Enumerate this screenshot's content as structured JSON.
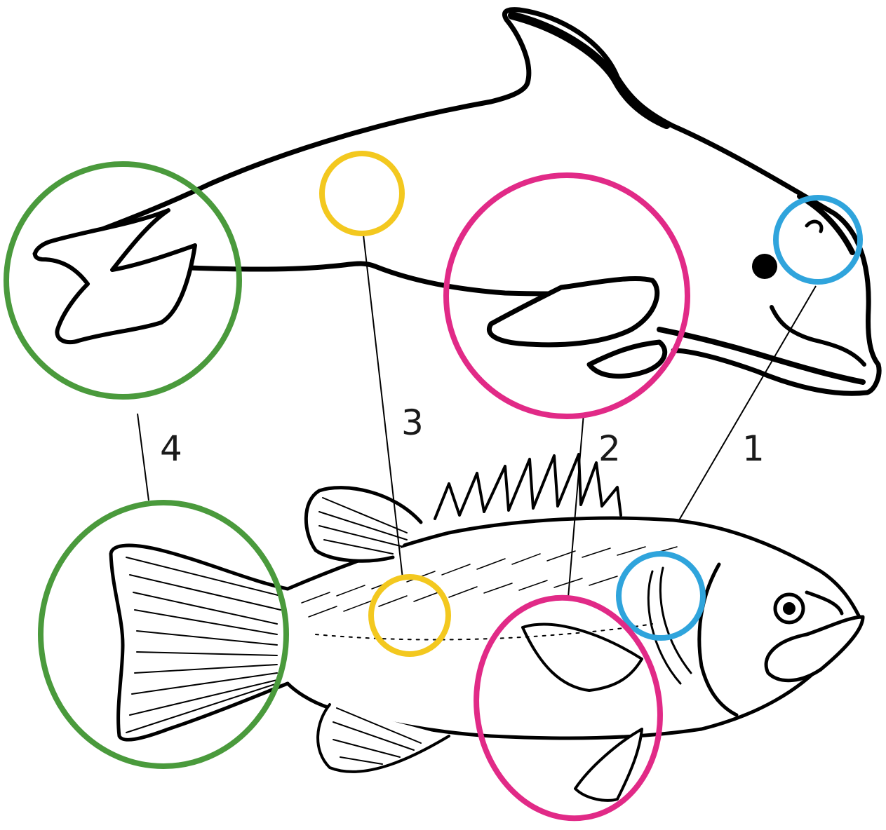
{
  "labels": {
    "one": "1",
    "two": "2",
    "three": "3",
    "four": "4"
  },
  "colors": {
    "eye_blowhole_gill": "#2fa4dc",
    "flipper_fins": "#e12a87",
    "skin_scales": "#f3c81f",
    "tail": "#4a9a3c",
    "outline": "#000000"
  }
}
